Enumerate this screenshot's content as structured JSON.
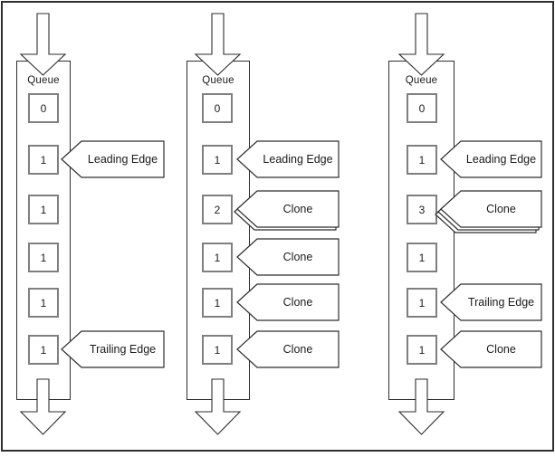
{
  "diagram": {
    "queue_label": "Queue",
    "colors": {
      "background": "#ffffff",
      "line": "#2e2e2e",
      "box_line": "#7f7f7f",
      "fill": "#ffffff",
      "text": "#1a1a1a"
    },
    "columns": [
      {
        "name": "queue-1",
        "slots": [
          {
            "value": "0"
          },
          {
            "value": "1",
            "callout": {
              "label": "Leading Edge",
              "stack": 1
            }
          },
          {
            "value": "1"
          },
          {
            "value": "1"
          },
          {
            "value": "1"
          },
          {
            "value": "1",
            "callout": {
              "label": "Trailing Edge",
              "stack": 1
            }
          }
        ]
      },
      {
        "name": "queue-2",
        "slots": [
          {
            "value": "0"
          },
          {
            "value": "1",
            "callout": {
              "label": "Leading Edge",
              "stack": 1
            }
          },
          {
            "value": "2",
            "callout": {
              "label": "Clone",
              "stack": 2
            }
          },
          {
            "value": "1",
            "callout": {
              "label": "Clone",
              "stack": 1
            }
          },
          {
            "value": "1",
            "callout": {
              "label": "Clone",
              "stack": 1
            }
          },
          {
            "value": "1",
            "callout": {
              "label": "Clone",
              "stack": 1
            }
          }
        ]
      },
      {
        "name": "queue-3",
        "slots": [
          {
            "value": "0"
          },
          {
            "value": "1",
            "callout": {
              "label": "Leading Edge",
              "stack": 1
            }
          },
          {
            "value": "3",
            "callout": {
              "label": "Clone",
              "stack": 3
            }
          },
          {
            "value": "1"
          },
          {
            "value": "1",
            "callout": {
              "label": "Trailing Edge",
              "stack": 1
            }
          },
          {
            "value": "1",
            "callout": {
              "label": "Clone",
              "stack": 1
            }
          }
        ]
      }
    ]
  }
}
